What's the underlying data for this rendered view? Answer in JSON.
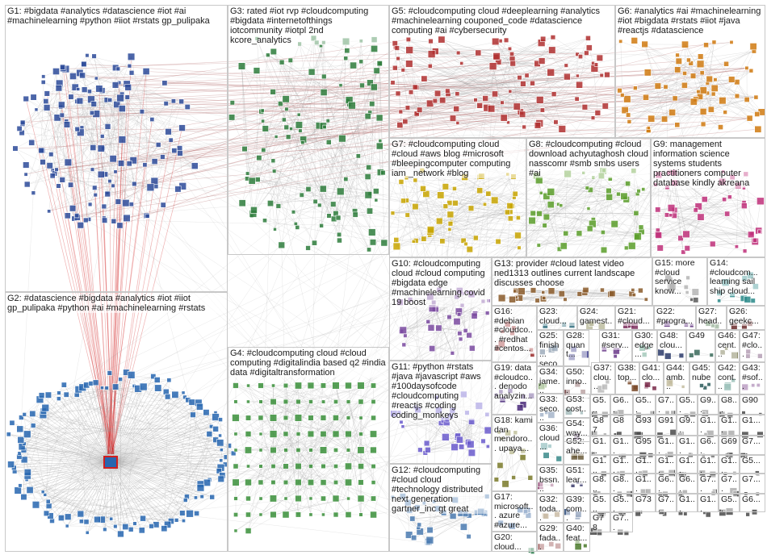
{
  "title": "",
  "groups": [
    {
      "id": "G1",
      "label": "G1: #bigdata #analytics #datascience #iot #ai #machinelearning #python #iiot #rstats gp_pulipaka",
      "color": "#2d4b9a"
    },
    {
      "id": "G2",
      "label": "G2: #datascience #bigdata #analytics #iot #iiot gp_pulipaka #python #ai #machinelearning #rstats",
      "color": "#2766b0"
    },
    {
      "id": "G3",
      "label": "G3: rated #iot rvp #cloudcomputing #bigdata #internetofthings iotcommunity #iotpl 2nd kcore_analytics",
      "color": "#2e7d3c"
    },
    {
      "id": "G4",
      "label": "G4: #cloudcomputing cloud #cloud computing #digitalindia based q2 #india data #digitaltransformation",
      "color": "#3a8f3a"
    },
    {
      "id": "G5",
      "label": "G5: #cloudcomputing cloud #deeplearning #analytics #machinelearning couponed_code #datascience computing #ai #cybersecurity",
      "color": "#b03030"
    },
    {
      "id": "G6",
      "label": "G6: #analytics #ai #machinelearning #iot #bigdata #rstats #iiot #java #reactjs #datascience",
      "color": "#d07a10"
    },
    {
      "id": "G7",
      "label": "G7: #cloudcomputing cloud #cloud #aws blog #microsoft #bleepingcomputer computing iam _network #blog",
      "color": "#c8a400"
    },
    {
      "id": "G8",
      "label": "G8: #cloudcomputing #cloud download achyutaghosh cloud nasscomr #smb smbs users #ai",
      "color": "#5a9e2a"
    },
    {
      "id": "G9",
      "label": "G9: management information science systems students practitioners computer database kindly akreana",
      "color": "#c0307a"
    },
    {
      "id": "G10",
      "label": "G10: #cloudcomputing cloud #cloud computing #bigdata edge #machinelearning covid 19 boost",
      "color": "#7a4aa0"
    },
    {
      "id": "G11",
      "label": "G11: #python #rstats #java #javascript #aws #100daysofcode #cloudcomputing #reactjs #coding coding_monkeys",
      "color": "#6a5acd"
    },
    {
      "id": "G12",
      "label": "G12: #cloudcomputing #cloud cloud #technology distributed next generation gartner_inc gt great",
      "color": "#4a7ab0"
    },
    {
      "id": "G13",
      "label": "G13: provider #cloud latest video ned1313 outlines current landscape discusses choose",
      "color": "#8a5a2a"
    },
    {
      "id": "G14",
      "label": "G14: #cloudcom... learning sail ship cloud...",
      "color": "#2a8a8a"
    },
    {
      "id": "G15",
      "label": "G15: more #cloud service know...",
      "color": "#5a5a5a"
    },
    {
      "id": "G16",
      "label": "G16: #debian #cloudco... #redhat #centos...",
      "color": "#9a2a2a"
    },
    {
      "id": "G17",
      "label": "G17: microsoft... azure #azure...",
      "color": "#2a5a9a"
    },
    {
      "id": "G18",
      "label": "G18: kami dan mendoro... upaya...",
      "color": "#7a7a2a"
    },
    {
      "id": "G19",
      "label": "G19: data #cloudco... denodo analyzin...",
      "color": "#4a2a7a"
    },
    {
      "id": "G20",
      "label": "G20: cloud...",
      "color": "#2a7a4a"
    },
    {
      "id": "G21",
      "label": "G21: #cloud...",
      "color": "#7a2a5a"
    },
    {
      "id": "G22",
      "label": "G22: #progra...",
      "color": "#5a2a7a"
    },
    {
      "id": "G23",
      "label": "G23: cloud...",
      "color": "#2a6a7a"
    },
    {
      "id": "G24",
      "label": "G24: gamest...",
      "color": "#6a6a2a"
    },
    {
      "id": "G25",
      "label": "G25: finish... seco...",
      "color": "#2a4a6a"
    },
    {
      "id": "G26",
      "label": "G26: geekc...",
      "color": "#6a2a2a"
    },
    {
      "id": "G27",
      "label": "G27: head...",
      "color": "#3a6a3a"
    },
    {
      "id": "G28",
      "label": "G28: quant...",
      "color": "#3a3a8a"
    },
    {
      "id": "G29",
      "label": "G29: fada...",
      "color": "#8a3a3a"
    },
    {
      "id": "G30",
      "label": "G30: edge...",
      "color": "#3a8a6a"
    },
    {
      "id": "G31",
      "label": "G31: #serv...",
      "color": "#6a3a8a"
    },
    {
      "id": "G32",
      "label": "G32: toda...",
      "color": "#8a6a3a"
    },
    {
      "id": "G33",
      "label": "G33: seco...",
      "color": "#3a5a8a"
    },
    {
      "id": "G34",
      "label": "G34: jame...",
      "color": "#5a8a3a"
    },
    {
      "id": "G35",
      "label": "G35: bssn...",
      "color": "#8a3a6a"
    },
    {
      "id": "G36",
      "label": "G36: cloud...",
      "color": "#3a8a8a"
    },
    {
      "id": "G37",
      "label": "G37: clou...",
      "color": "#6a6a6a"
    },
    {
      "id": "G38",
      "label": "G38: top...",
      "color": "#7a4a2a"
    },
    {
      "id": "G39",
      "label": "G39: com...",
      "color": "#2a4a7a"
    },
    {
      "id": "G40",
      "label": "G40: feat...",
      "color": "#4a7a2a"
    },
    {
      "id": "G41",
      "label": "G41: clo...",
      "color": "#7a2a4a"
    },
    {
      "id": "G42",
      "label": "G42: cont...",
      "color": "#2a7a6a"
    },
    {
      "id": "G43",
      "label": "G43: #sof...",
      "color": "#6a2a7a"
    },
    {
      "id": "G44",
      "label": "G44: amb...",
      "color": "#7a6a2a"
    },
    {
      "id": "G45",
      "label": "G45: nube",
      "color": "#2a5a5a"
    },
    {
      "id": "G46",
      "label": "G46: cent...",
      "color": "#5a5a2a"
    },
    {
      "id": "G47",
      "label": "G47: #clo...",
      "color": "#5a2a5a"
    },
    {
      "id": "G48",
      "label": "G48: clou...",
      "color": "#2a3a6a"
    },
    {
      "id": "G49",
      "label": "G49",
      "color": "#3a6a5a"
    },
    {
      "id": "G50",
      "label": "G50: inno...",
      "color": "#6a3a3a"
    },
    {
      "id": "G51",
      "label": "G51: lear...",
      "color": "#3a3a6a"
    },
    {
      "id": "G52",
      "label": "G52: ahe...",
      "color": "#6a5a3a"
    },
    {
      "id": "G53",
      "label": "G53: cost...",
      "color": "#3a6a6a"
    },
    {
      "id": "G54",
      "label": "G54: way...",
      "color": "#5a3a6a"
    },
    {
      "id": "G55",
      "label": "G5...",
      "color": "#4a4a4a"
    },
    {
      "id": "G56",
      "label": "G6...",
      "color": "#4a4a4a"
    },
    {
      "id": "G57",
      "label": "G5...",
      "color": "#4a4a4a"
    },
    {
      "id": "G58",
      "label": "G7...",
      "color": "#4a4a4a"
    },
    {
      "id": "G59",
      "label": "G5...",
      "color": "#4a4a4a"
    },
    {
      "id": "G60",
      "label": "G9...",
      "color": "#4a4a4a"
    },
    {
      "id": "G61",
      "label": "G8...",
      "color": "#4a4a4a"
    },
    {
      "id": "G62",
      "label": "G90",
      "color": "#4a4a4a"
    },
    {
      "id": "G63",
      "label": "G87",
      "color": "#4a4a4a"
    },
    {
      "id": "G64",
      "label": "G8",
      "color": "#4a4a4a"
    },
    {
      "id": "G65",
      "label": "G93",
      "color": "#4a4a4a"
    },
    {
      "id": "G66",
      "label": "G91",
      "color": "#4a4a4a"
    },
    {
      "id": "G67",
      "label": "G9...",
      "color": "#4a4a4a"
    },
    {
      "id": "G68",
      "label": "G1...",
      "color": "#4a4a4a"
    },
    {
      "id": "G69",
      "label": "G1...",
      "color": "#4a4a4a"
    },
    {
      "id": "G70",
      "label": "G1...",
      "color": "#4a4a4a"
    },
    {
      "id": "G71",
      "label": "G1...",
      "color": "#4a4a4a"
    },
    {
      "id": "G72",
      "label": "G1...",
      "color": "#4a4a4a"
    },
    {
      "id": "G73",
      "label": "G95",
      "color": "#4a4a4a"
    },
    {
      "id": "G74",
      "label": "G1...",
      "color": "#4a4a4a"
    },
    {
      "id": "G75",
      "label": "G1...",
      "color": "#4a4a4a"
    },
    {
      "id": "G76",
      "label": "G6...",
      "color": "#4a4a4a"
    },
    {
      "id": "G77",
      "label": "G69",
      "color": "#4a4a4a"
    },
    {
      "id": "G78",
      "label": "G7...",
      "color": "#4a4a4a"
    },
    {
      "id": "G79",
      "label": "G1...",
      "color": "#4a4a4a"
    },
    {
      "id": "G80",
      "label": "G1...",
      "color": "#4a4a4a"
    },
    {
      "id": "G81",
      "label": "G1...",
      "color": "#4a4a4a"
    },
    {
      "id": "G82",
      "label": "G1...",
      "color": "#4a4a4a"
    },
    {
      "id": "G83",
      "label": "G1...",
      "color": "#4a4a4a"
    },
    {
      "id": "G84",
      "label": "G1...",
      "color": "#4a4a4a"
    },
    {
      "id": "G85",
      "label": "G1...",
      "color": "#4a4a4a"
    },
    {
      "id": "G86",
      "label": "G5...",
      "color": "#4a4a4a"
    },
    {
      "id": "G87",
      "label": "G8...",
      "color": "#4a4a4a"
    },
    {
      "id": "G88",
      "label": "G8...",
      "color": "#4a4a4a"
    },
    {
      "id": "G89",
      "label": "G1...",
      "color": "#4a4a4a"
    },
    {
      "id": "G90",
      "label": "G6...",
      "color": "#4a4a4a"
    },
    {
      "id": "G91",
      "label": "G6...",
      "color": "#4a4a4a"
    },
    {
      "id": "G92",
      "label": "G7...",
      "color": "#4a4a4a"
    },
    {
      "id": "G93",
      "label": "G7...",
      "color": "#4a4a4a"
    },
    {
      "id": "G94",
      "label": "G7...",
      "color": "#4a4a4a"
    },
    {
      "id": "G95",
      "label": "G5...",
      "color": "#4a4a4a"
    },
    {
      "id": "G96",
      "label": "G5...",
      "color": "#4a4a4a"
    },
    {
      "id": "G97",
      "label": "G73",
      "color": "#4a4a4a"
    },
    {
      "id": "G98",
      "label": "G7...",
      "color": "#4a4a4a"
    },
    {
      "id": "G99",
      "label": "G1...",
      "color": "#4a4a4a"
    },
    {
      "id": "G100",
      "label": "G1...",
      "color": "#4a4a4a"
    },
    {
      "id": "G101",
      "label": "G5...",
      "color": "#4a4a4a"
    },
    {
      "id": "G102",
      "label": "G6...",
      "color": "#4a4a4a"
    },
    {
      "id": "G103",
      "label": "G78",
      "color": "#4a4a4a"
    },
    {
      "id": "G104",
      "label": "G7...",
      "color": "#4a4a4a"
    }
  ],
  "edge_colors": {
    "intra": "#9a9a9a",
    "cross": "#8a1a1a",
    "hub": "#d02020"
  }
}
